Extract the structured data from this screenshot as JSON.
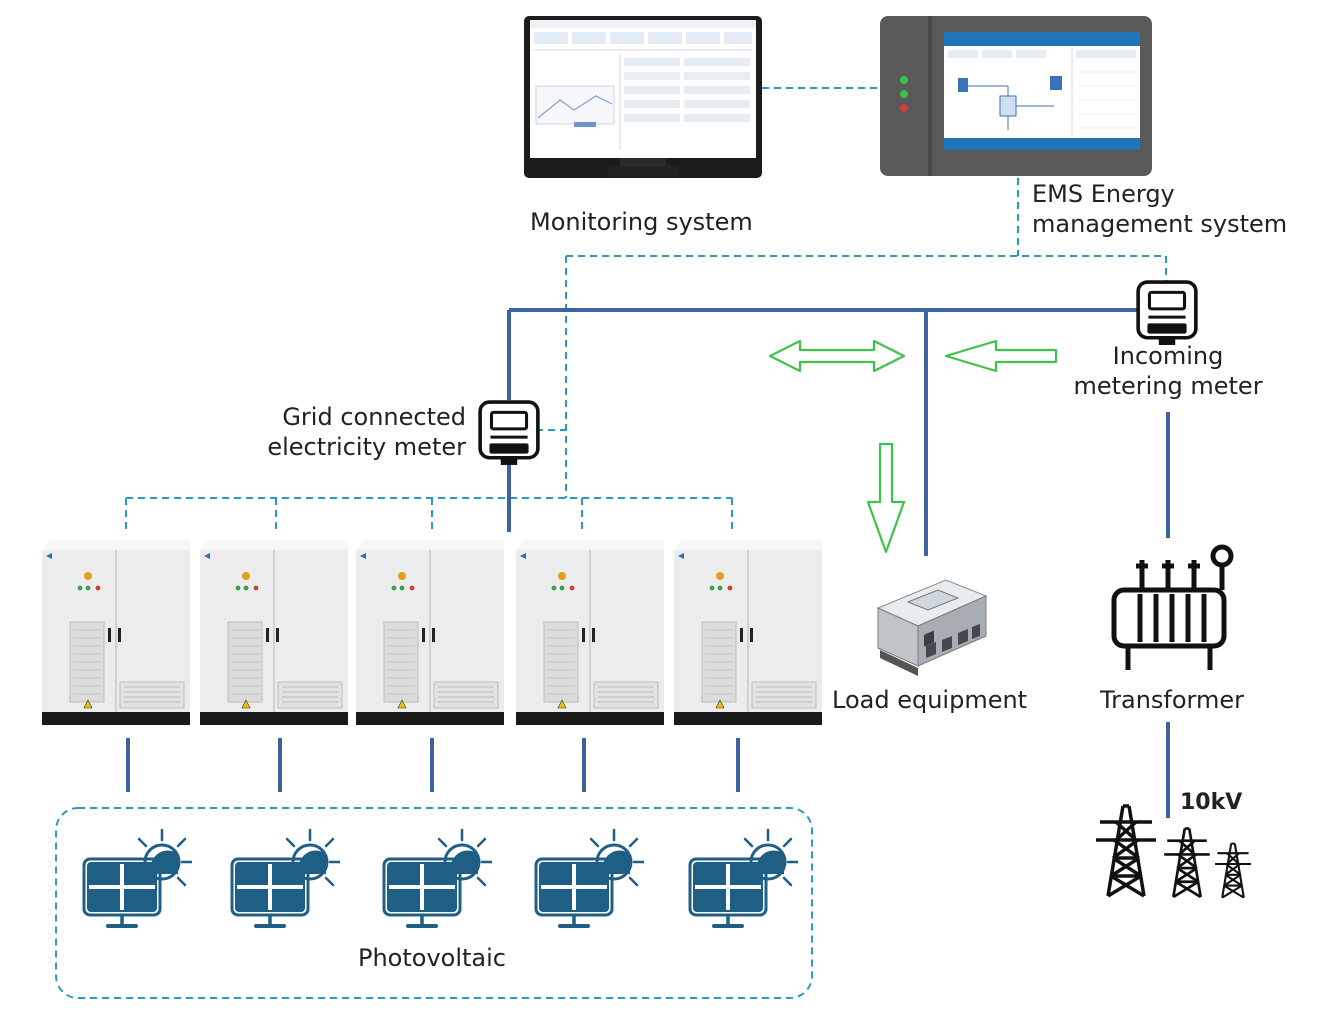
{
  "labels": {
    "monitoring": "Monitoring system",
    "ems_line1": "EMS Energy",
    "ems_line2": "management system",
    "incoming_line1": "Incoming",
    "incoming_line2": "metering meter",
    "grid_meter_line1": "Grid connected",
    "grid_meter_line2": "electricity meter",
    "load": "Load equipment",
    "transformer": "Transformer",
    "voltage": "10kV",
    "photovoltaic": "Photovoltaic"
  },
  "colors": {
    "power_line": "#3e63a3",
    "comm_line": "#2a9bbb",
    "flow_arrow": "#3ec24a",
    "panel": "#1f5f86",
    "cabinet": "#ececec"
  },
  "icons": {
    "monitor": "desktop-monitor-icon",
    "ems": "ems-touch-panel-icon",
    "meter": "electricity-meter-icon",
    "cabinet": "inverter-cabinet-icon",
    "load": "load-equipment-icon",
    "transformer": "transformer-icon",
    "tower": "transmission-tower-icon",
    "pv": "solar-panel-icon"
  },
  "counts": {
    "cabinets": 5,
    "solar_panels": 5
  }
}
